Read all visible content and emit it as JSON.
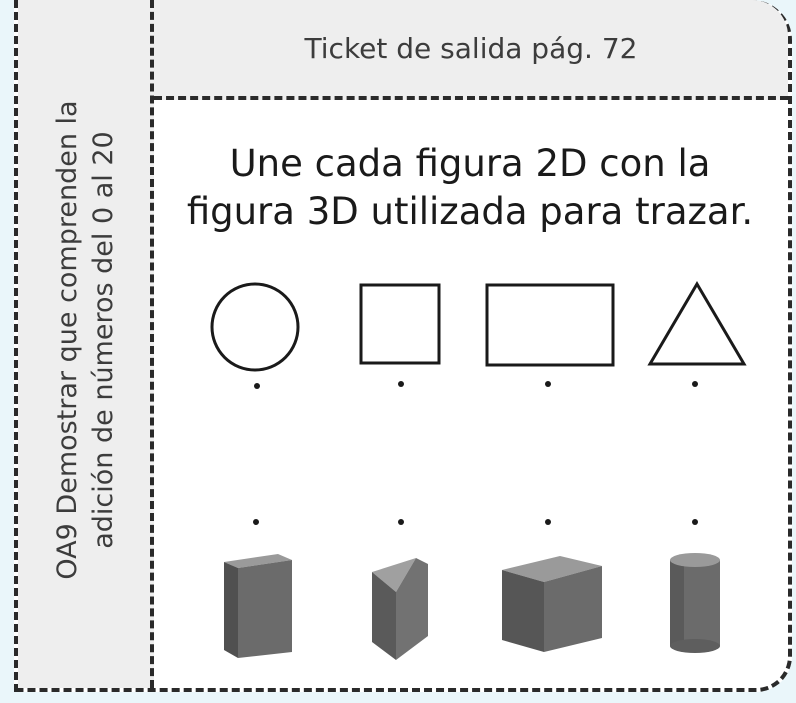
{
  "side_label": {
    "line1": "OA9 Demostrar que comprenden la",
    "line2": "adición de números del 0 al 20"
  },
  "header": {
    "title": "Ticket de salida pág. 72"
  },
  "instruction": {
    "line1": "Une cada figura 2D con la",
    "line2": "figura 3D utilizada para trazar."
  },
  "shapes_2d": [
    "circle-icon",
    "square-icon",
    "rectangle-icon",
    "triangle-icon"
  ],
  "solids_3d": [
    "rectangular-prism-icon",
    "triangular-prism-icon",
    "cube-icon",
    "cylinder-icon"
  ],
  "colors": {
    "solid_fill": "#6b6b6b",
    "outline": "#1a1a1a",
    "band": "#eeeeee"
  }
}
